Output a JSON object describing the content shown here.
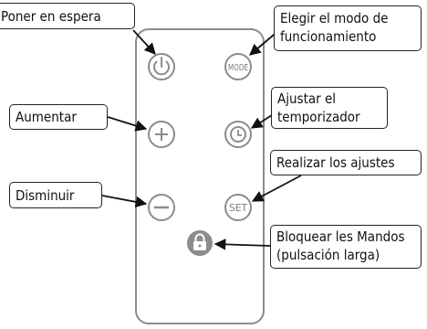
{
  "remote": {
    "buttons": {
      "standby": {
        "icon": "power-icon"
      },
      "mode": {
        "label": "MODE"
      },
      "increase": {
        "icon": "plus-icon"
      },
      "timer": {
        "icon": "clock-icon"
      },
      "decrease": {
        "icon": "minus-icon"
      },
      "set": {
        "label": "SET"
      },
      "lock": {
        "icon": "padlock-icon"
      }
    }
  },
  "callouts": {
    "standby": {
      "lines": [
        "Poner en espera"
      ]
    },
    "mode": {
      "lines": [
        "Elegir el modo de",
        "funcionamiento"
      ]
    },
    "increase": {
      "lines": [
        "Aumentar"
      ]
    },
    "timer": {
      "lines": [
        "Ajustar el",
        "temporizador"
      ]
    },
    "decrease": {
      "lines": [
        "Disminuir"
      ]
    },
    "settings": {
      "lines": [
        "Realizar los ajustes"
      ]
    },
    "lock": {
      "lines": [
        "Bloquear les Mandos",
        "(pulsación larga)"
      ]
    }
  },
  "colors": {
    "outline": "#8c8c8c",
    "text": "#111111",
    "arrow": "#111111"
  }
}
